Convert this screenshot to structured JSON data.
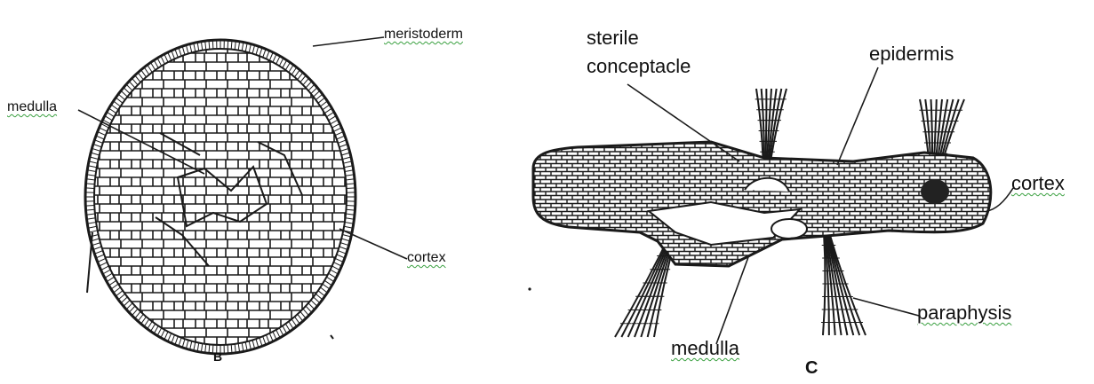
{
  "panel_b": {
    "letter": "B",
    "labels": {
      "meristoderm": "meristoderm",
      "medulla": "medulla",
      "cortex": "cortex"
    }
  },
  "panel_c": {
    "letter": "C",
    "labels": {
      "sterile_line1": "sterile",
      "sterile_line2": "conceptacle",
      "epidermis": "epidermis",
      "cortex": "cortex",
      "paraphysis": "paraphysis",
      "medulla": "medulla"
    }
  },
  "colors": {
    "ink": "#1a1a1a",
    "spellcheck_underline": "#3aa040"
  }
}
